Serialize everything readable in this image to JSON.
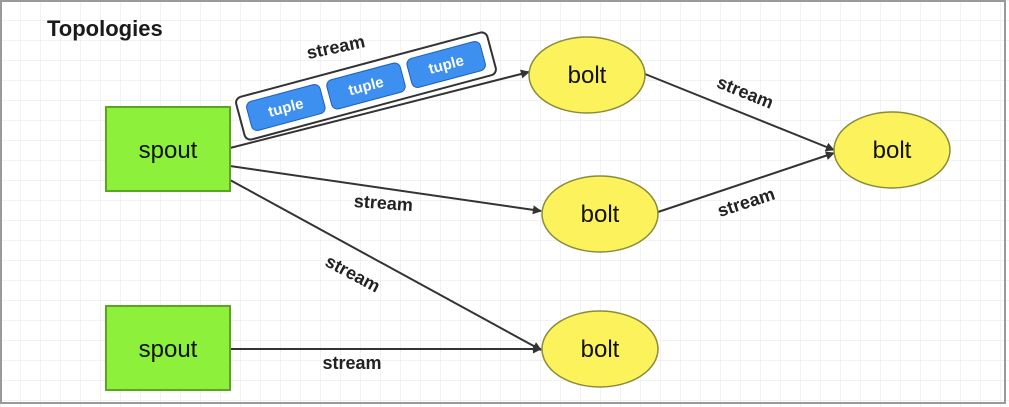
{
  "title": "Topologies",
  "nodes": {
    "spout_1": "spout",
    "spout_2": "spout",
    "bolt_1": "bolt",
    "bolt_2": "bolt",
    "bolt_3": "bolt",
    "bolt_4": "bolt"
  },
  "edge_label": "stream",
  "tuples": [
    "tuple",
    "tuple",
    "tuple"
  ],
  "colors": {
    "spout_fill": "#8df03a",
    "bolt_fill": "#fbf25c",
    "tuple_fill": "#3d8ff0",
    "edge": "#333333"
  }
}
